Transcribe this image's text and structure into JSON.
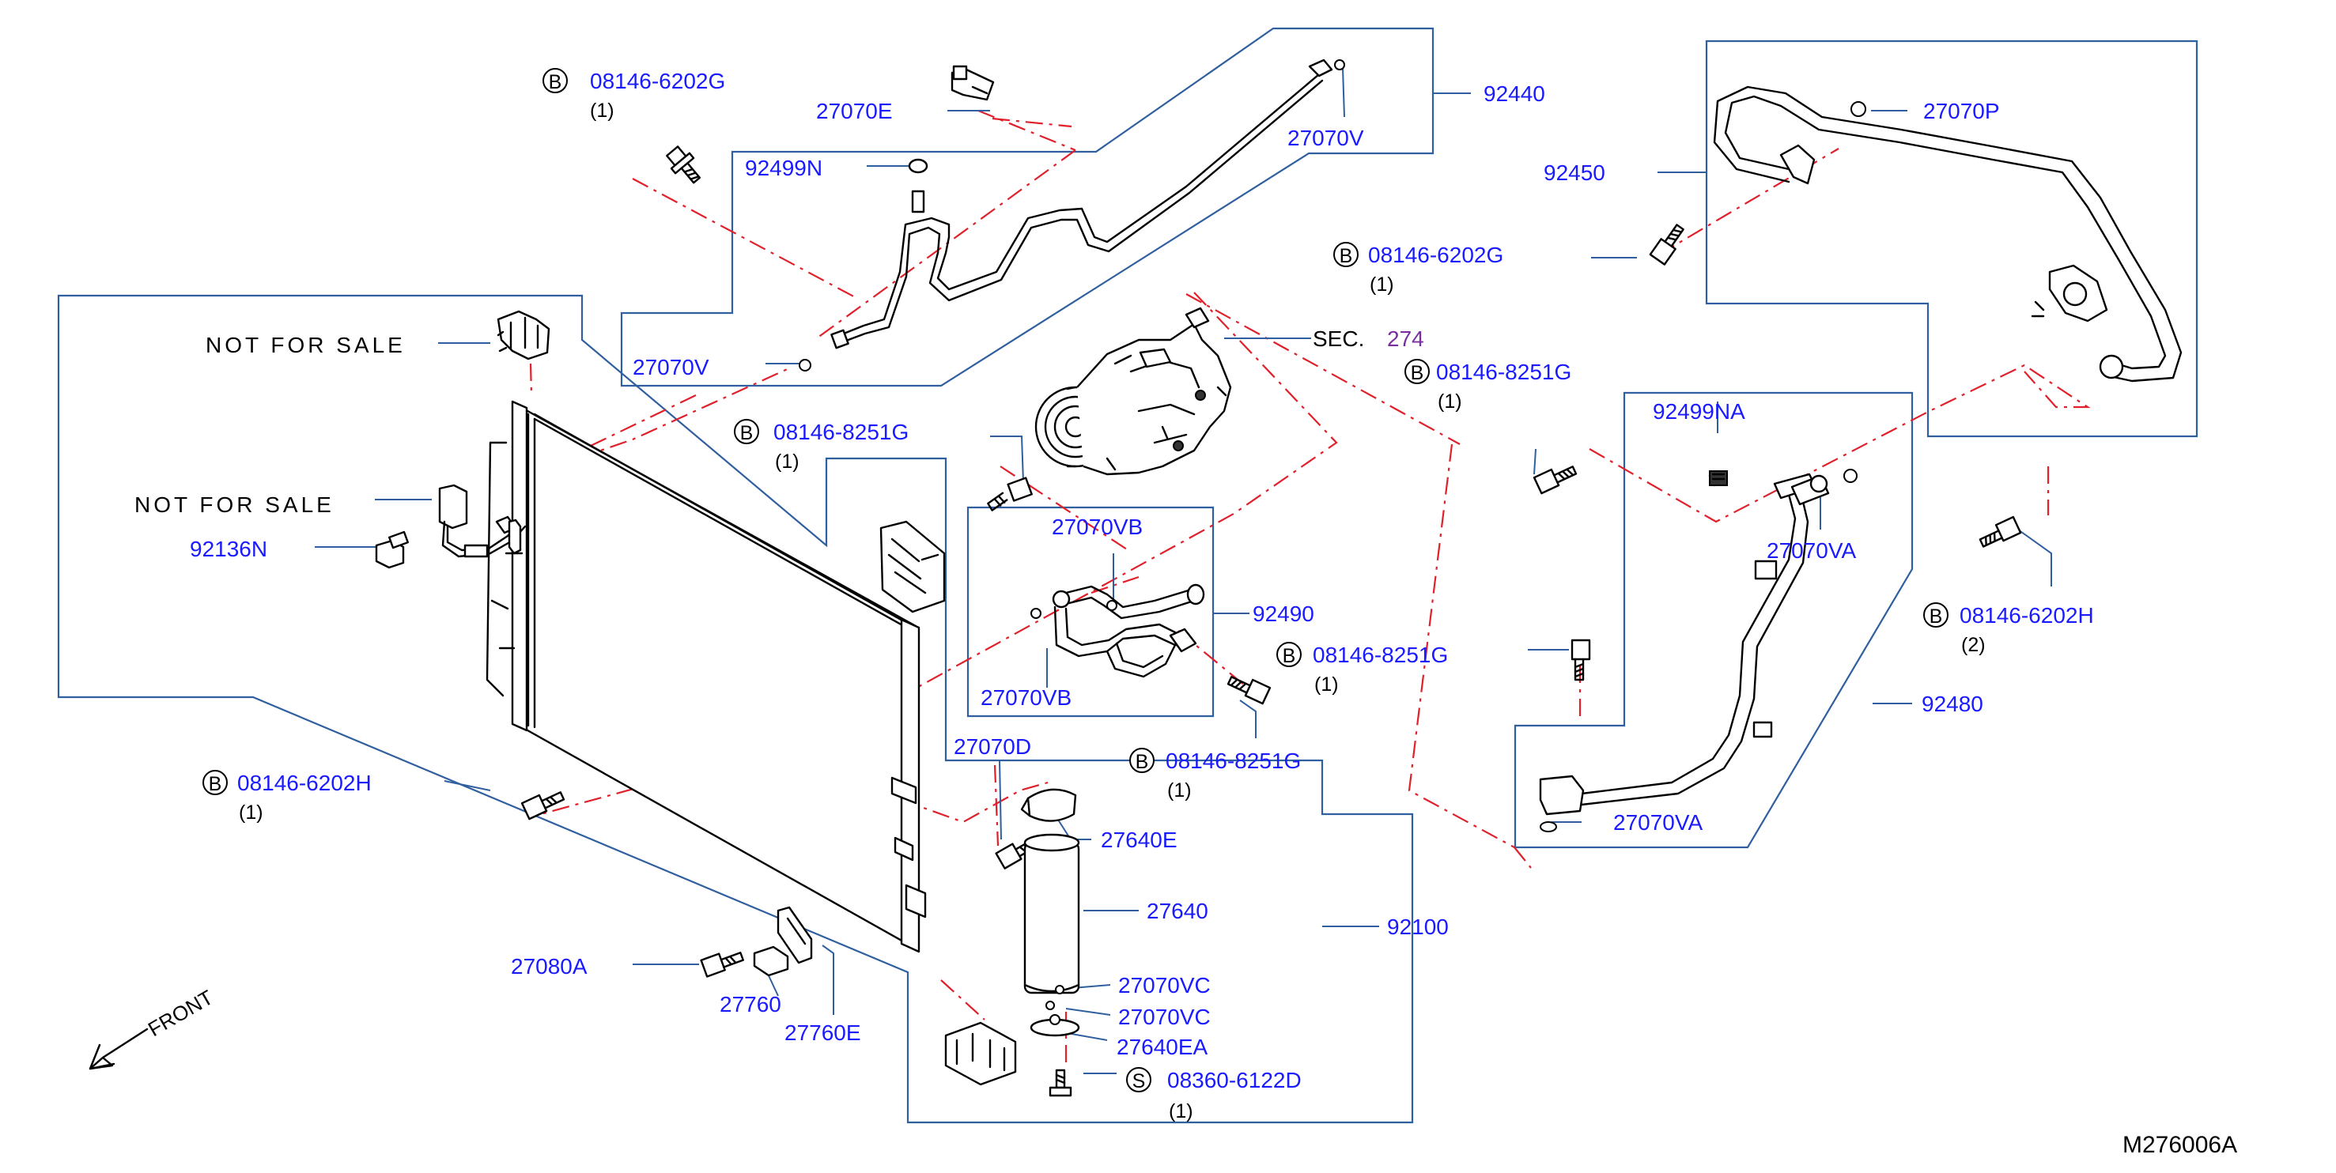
{
  "diagram_code": "M276006A",
  "front_label": "FRONT",
  "labels": {
    "b_08146_6202G_top": "08146-6202G",
    "b_08146_6202G_top_qty": "(1)",
    "p_27070E": "27070E",
    "p_92499N": "92499N",
    "p_27070V_top": "27070V",
    "p_92440": "92440",
    "p_27070V_left": "27070V",
    "p_27070P": "27070P",
    "p_92450": "92450",
    "b_08146_6202G_mid": "08146-6202G",
    "b_08146_6202G_mid_qty": "(1)",
    "sec_prefix": "SEC.",
    "sec_number": "274",
    "b_08146_8251G_right": "08146-8251G",
    "b_08146_8251G_right_qty": "(1)",
    "not_for_sale_1": "NOT FOR SALE",
    "not_for_sale_2": "NOT FOR SALE",
    "b_08146_8251G_left": "08146-8251G",
    "b_08146_8251G_left_qty": "(1)",
    "p_92136N": "92136N",
    "p_27070VB_top": "27070VB",
    "p_92490": "92490",
    "p_27070VB_bottom": "27070VB",
    "b_08146_8251G_center": "08146-8251G",
    "b_08146_8251G_center_qty": "(1)",
    "p_92499NA": "92499NA",
    "p_27070VA_top": "27070VA",
    "b_08146_6202H_right": "08146-6202H",
    "b_08146_6202H_right_qty": "(2)",
    "p_92480": "92480",
    "p_27070VA_bottom": "27070VA",
    "b_08146_8251G_lower": "08146-8251G",
    "b_08146_8251G_lower_qty": "(1)",
    "p_27070D": "27070D",
    "p_27640E": "27640E",
    "b_08146_6202H_left": "08146-6202H",
    "b_08146_6202H_left_qty": "(1)",
    "p_27640": "27640",
    "p_92100": "92100",
    "p_27080A": "27080A",
    "p_27760": "27760",
    "p_27760E": "27760E",
    "p_27070VC_1": "27070VC",
    "p_27070VC_2": "27070VC",
    "p_27640EA": "27640EA",
    "s_08360_6122D": "08360-6122D",
    "s_08360_6122D_qty": "(1)",
    "b_marker": "B",
    "s_marker": "S"
  }
}
